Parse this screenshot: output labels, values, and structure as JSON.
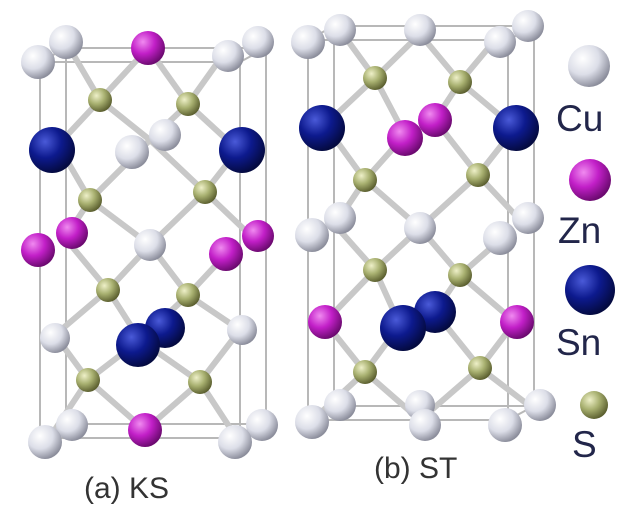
{
  "captions": {
    "panel_a": "(a) KS",
    "panel_b": "(b) ST"
  },
  "legend": [
    {
      "symbol": "Cu",
      "color": "#e8eaf2"
    },
    {
      "symbol": "Zn",
      "color": "#c21fc8"
    },
    {
      "symbol": "Sn",
      "color": "#0d1a8e"
    },
    {
      "symbol": "S",
      "color": "#a8b070"
    }
  ],
  "colors": {
    "cell_edge": "#b0b0b0",
    "bond": "#c8c8c8",
    "background": "#ffffff"
  }
}
